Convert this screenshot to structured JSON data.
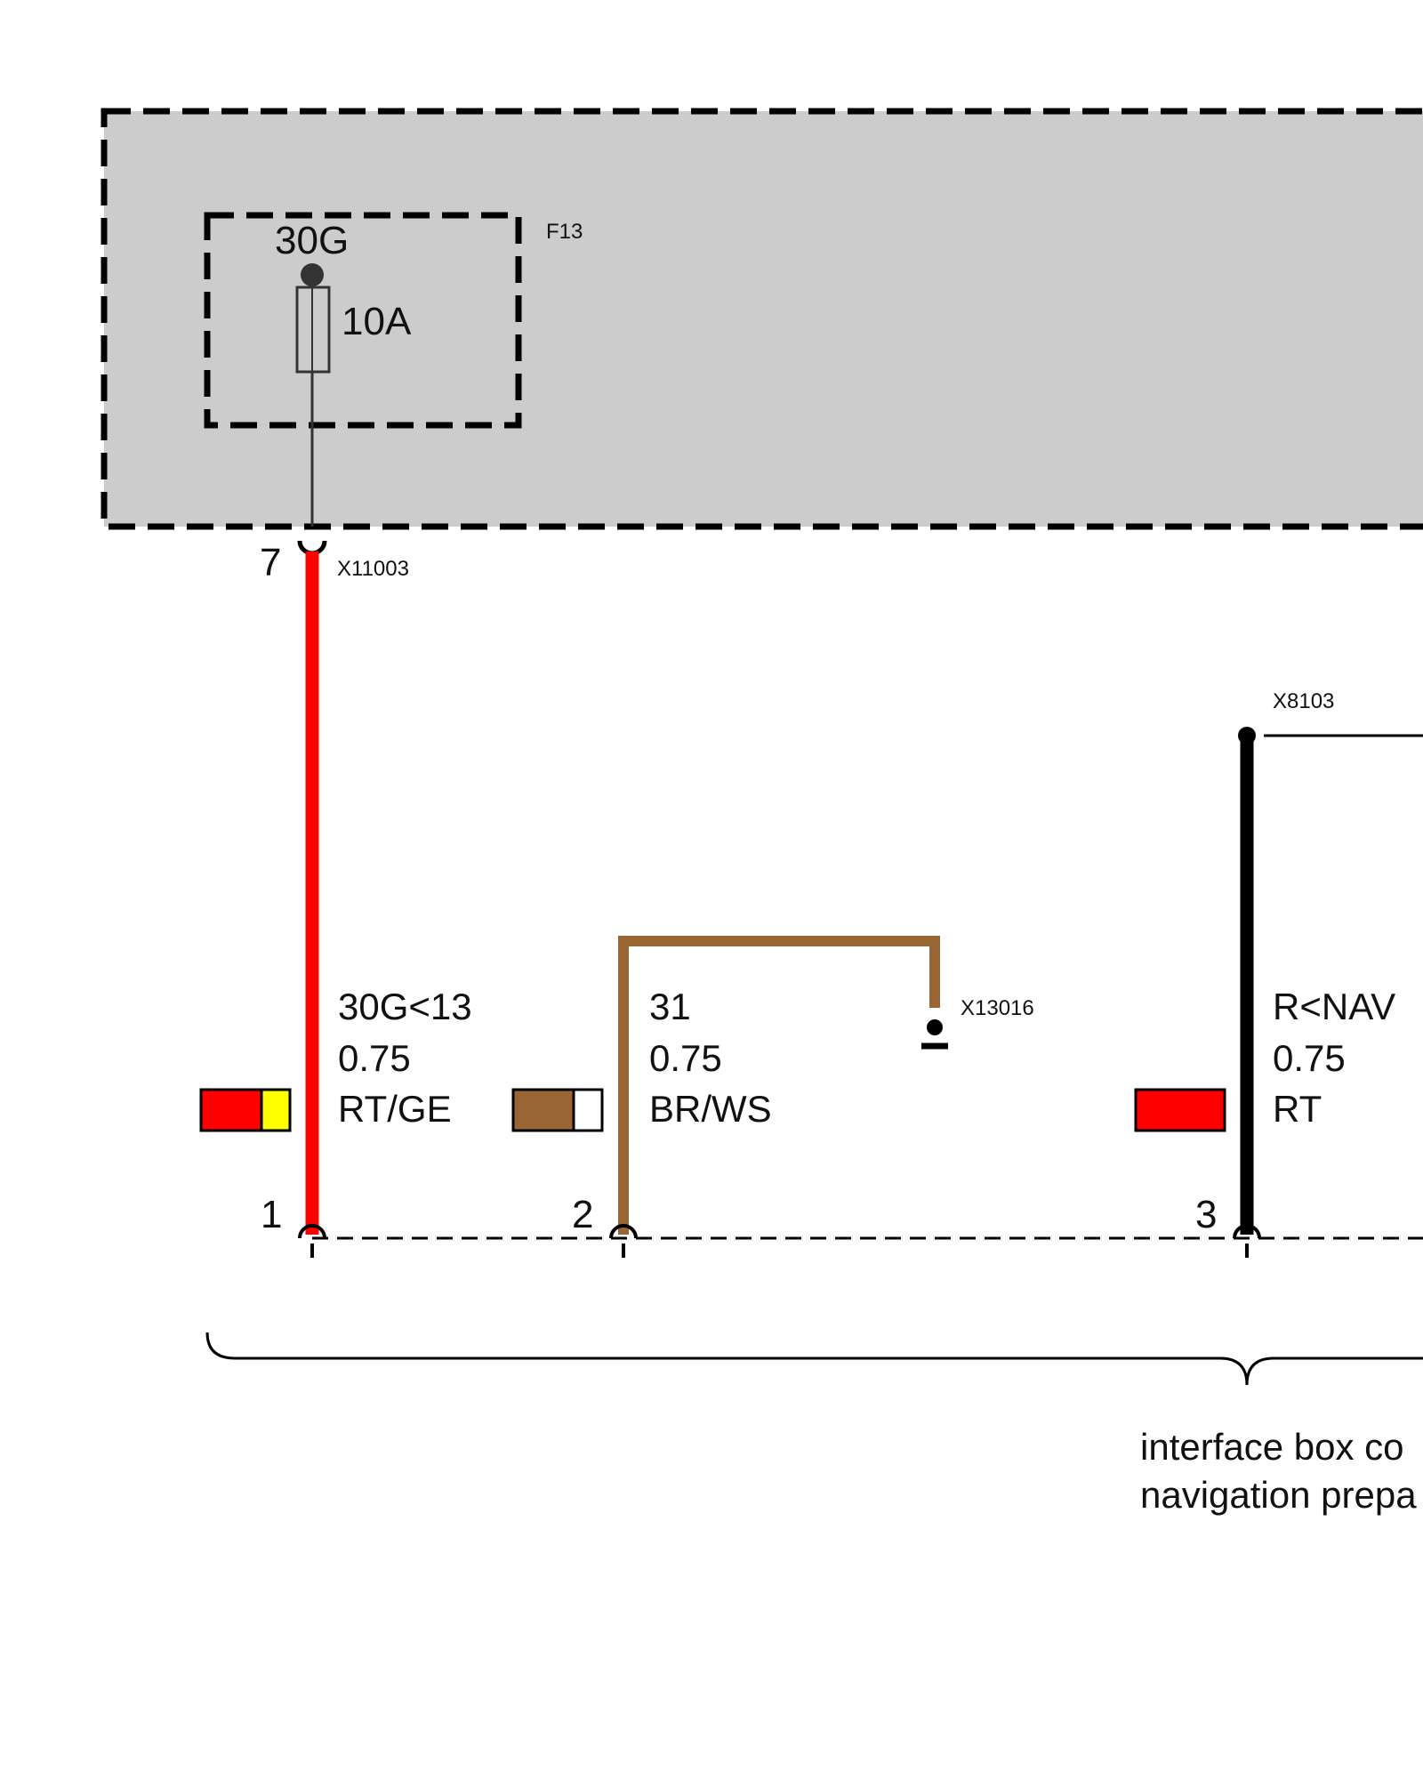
{
  "colors": {
    "fuse_box_fill": "#cccccc",
    "red": "#ff0000",
    "yellow": "#ffff00",
    "brown": "#996633",
    "white": "#ffffff",
    "black": "#000000",
    "thin_wire": "#333333"
  },
  "fuse_box": {
    "fuse_id": "F13",
    "terminal": "30G",
    "rating": "10A"
  },
  "connectors": {
    "top": {
      "id": "X11003",
      "pin": "7"
    },
    "ground": {
      "id": "X13016"
    },
    "right": {
      "id": "X8103"
    }
  },
  "wires": [
    {
      "pin": "1",
      "signal": "30G<13",
      "gauge": "0.75",
      "color_code": "RT/GE",
      "swatch": [
        "red",
        "yellow"
      ]
    },
    {
      "pin": "2",
      "signal": "31",
      "gauge": "0.75",
      "color_code": "BR/WS",
      "swatch": [
        "brown",
        "white"
      ]
    },
    {
      "pin": "3",
      "signal": "R<NAV",
      "gauge": "0.75",
      "color_code": "RT",
      "swatch": [
        "red"
      ]
    }
  ],
  "footer": {
    "line1": "interface box co",
    "line2": "navigation prepa"
  }
}
